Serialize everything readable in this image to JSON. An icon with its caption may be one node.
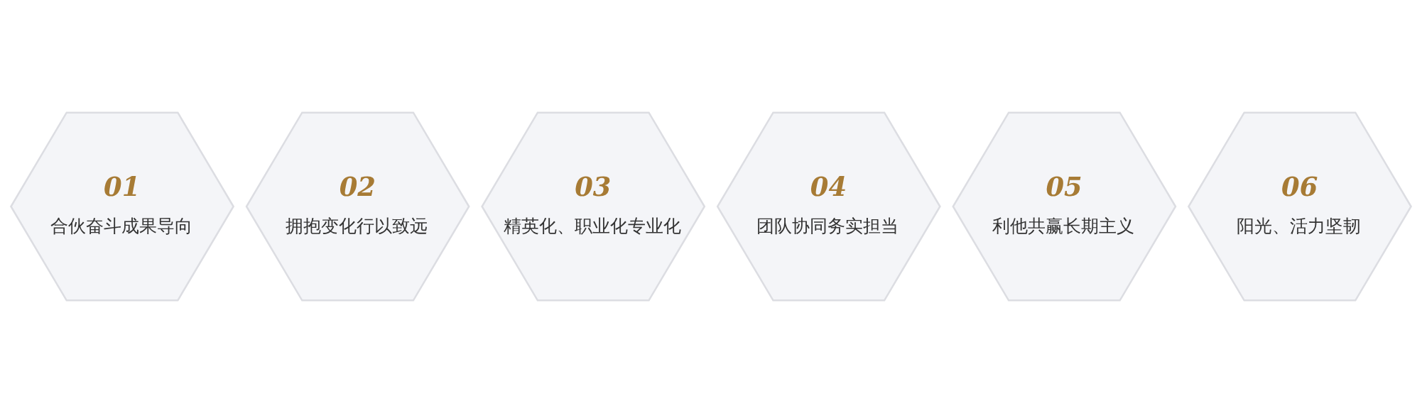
{
  "diagram": {
    "nodes": [
      {
        "text": [
          "01",
          "合伙奋斗成果导向"
        ]
      },
      {
        "text": [
          "02",
          "拥抱变化行以致远"
        ]
      },
      {
        "text": [
          "03",
          "精英化、职业化专业化"
        ]
      },
      {
        "text": [
          "04",
          "团队协同务实担当"
        ]
      },
      {
        "text": [
          "05",
          "利他共赢长期主义"
        ]
      },
      {
        "text": [
          "06",
          "阳光、活力坚韧"
        ]
      }
    ]
  }
}
